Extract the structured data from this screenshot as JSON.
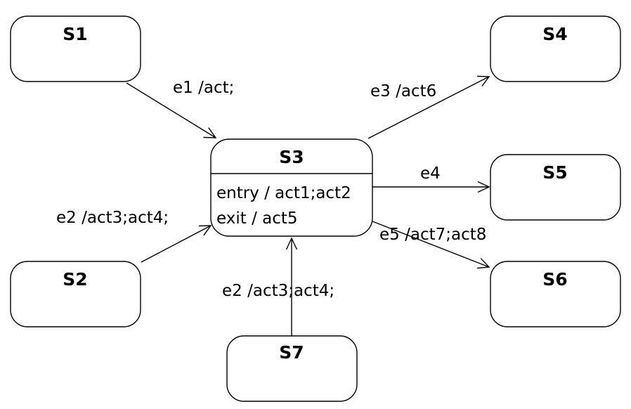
{
  "states": {
    "s1": {
      "name": "S1"
    },
    "s2": {
      "name": "S2"
    },
    "s3": {
      "name": "S3",
      "entry": "entry / act1;act2",
      "exit": "exit / act5"
    },
    "s4": {
      "name": "S4"
    },
    "s5": {
      "name": "S5"
    },
    "s6": {
      "name": "S6"
    },
    "s7": {
      "name": "S7"
    }
  },
  "transitions": {
    "s1_to_s3": "e1 /act;",
    "s2_to_s3": "e2 /act3;act4;",
    "s7_to_s3": "e2 /act3;act4;",
    "s3_to_s4": "e3 /act6",
    "s3_to_s5": "e4",
    "s3_to_s6": "e5 /act7;act8"
  }
}
